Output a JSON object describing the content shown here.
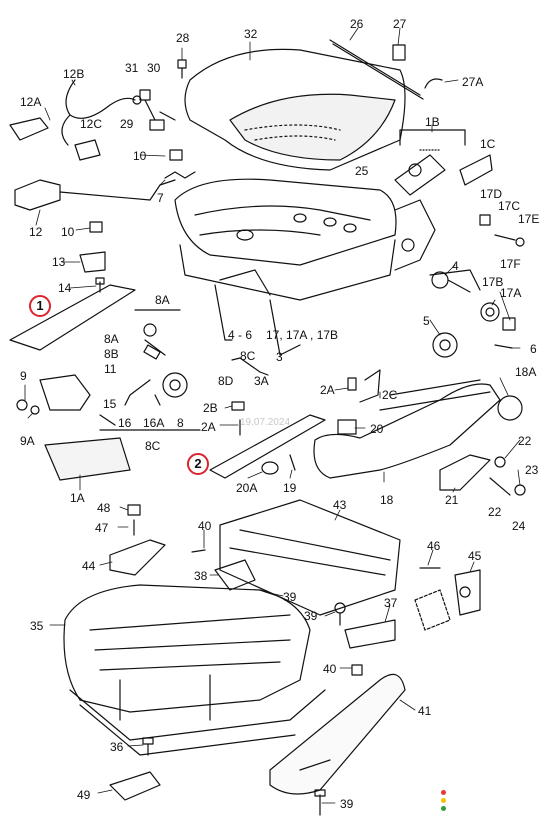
{
  "watermark": "19.07.2024",
  "callouts": [
    "1",
    "2"
  ],
  "colors": {
    "callout": "#d8262e",
    "ink": "#111111",
    "dot_red": "#e53935",
    "dot_yellow": "#f2c200",
    "dot_green": "#2e9d3a"
  },
  "labels": {
    "l32": "32",
    "l26": "26",
    "l27": "27",
    "l28": "28",
    "l31": "31",
    "l30": "30",
    "l12B": "12B",
    "l12A": "12A",
    "l12C": "12C",
    "l29": "29",
    "l27A": "27A",
    "l1B": "1B",
    "l1C": "1C",
    "l10a": "10",
    "l7": "7",
    "l25": "25",
    "l12": "12",
    "l10b": "10",
    "l17D": "17D",
    "l17C": "17C",
    "l17E": "17E",
    "l13": "13",
    "l14": "14",
    "l17F": "17F",
    "l4": "4",
    "l17B": "17B",
    "l17A": "17A",
    "l8A": "8A",
    "l4_6": "4 - 6",
    "l17_17A": "17, 17A , 17B",
    "l5": "5",
    "l6": "6",
    "l8A2": "8A",
    "l8B": "8B",
    "l11": "11",
    "l8C": "8C",
    "l3": "3",
    "l3A": "3A",
    "l8D": "8D",
    "l9": "9",
    "l18A": "18A",
    "l2A": "2A",
    "l2C": "2C",
    "l15": "15",
    "l16": "16",
    "l16A": "16A",
    "l8": "8",
    "l8C2": "8C",
    "l2B": "2B",
    "l2A2": "2A",
    "l20": "20",
    "l9A": "9A",
    "l22a": "22",
    "l23": "23",
    "l1A": "1A",
    "l20A": "20A",
    "l19": "19",
    "l18": "18",
    "l21": "21",
    "l22b": "22",
    "l24": "24",
    "l48": "48",
    "l47": "47",
    "l40a": "40",
    "l43": "43",
    "l46": "46",
    "l45": "45",
    "l44": "44",
    "l38": "38",
    "l39a": "39",
    "l35": "35",
    "l39b": "39",
    "l37": "37",
    "l40b": "40",
    "l41": "41",
    "l36": "36",
    "l49": "49",
    "l39c": "39"
  }
}
